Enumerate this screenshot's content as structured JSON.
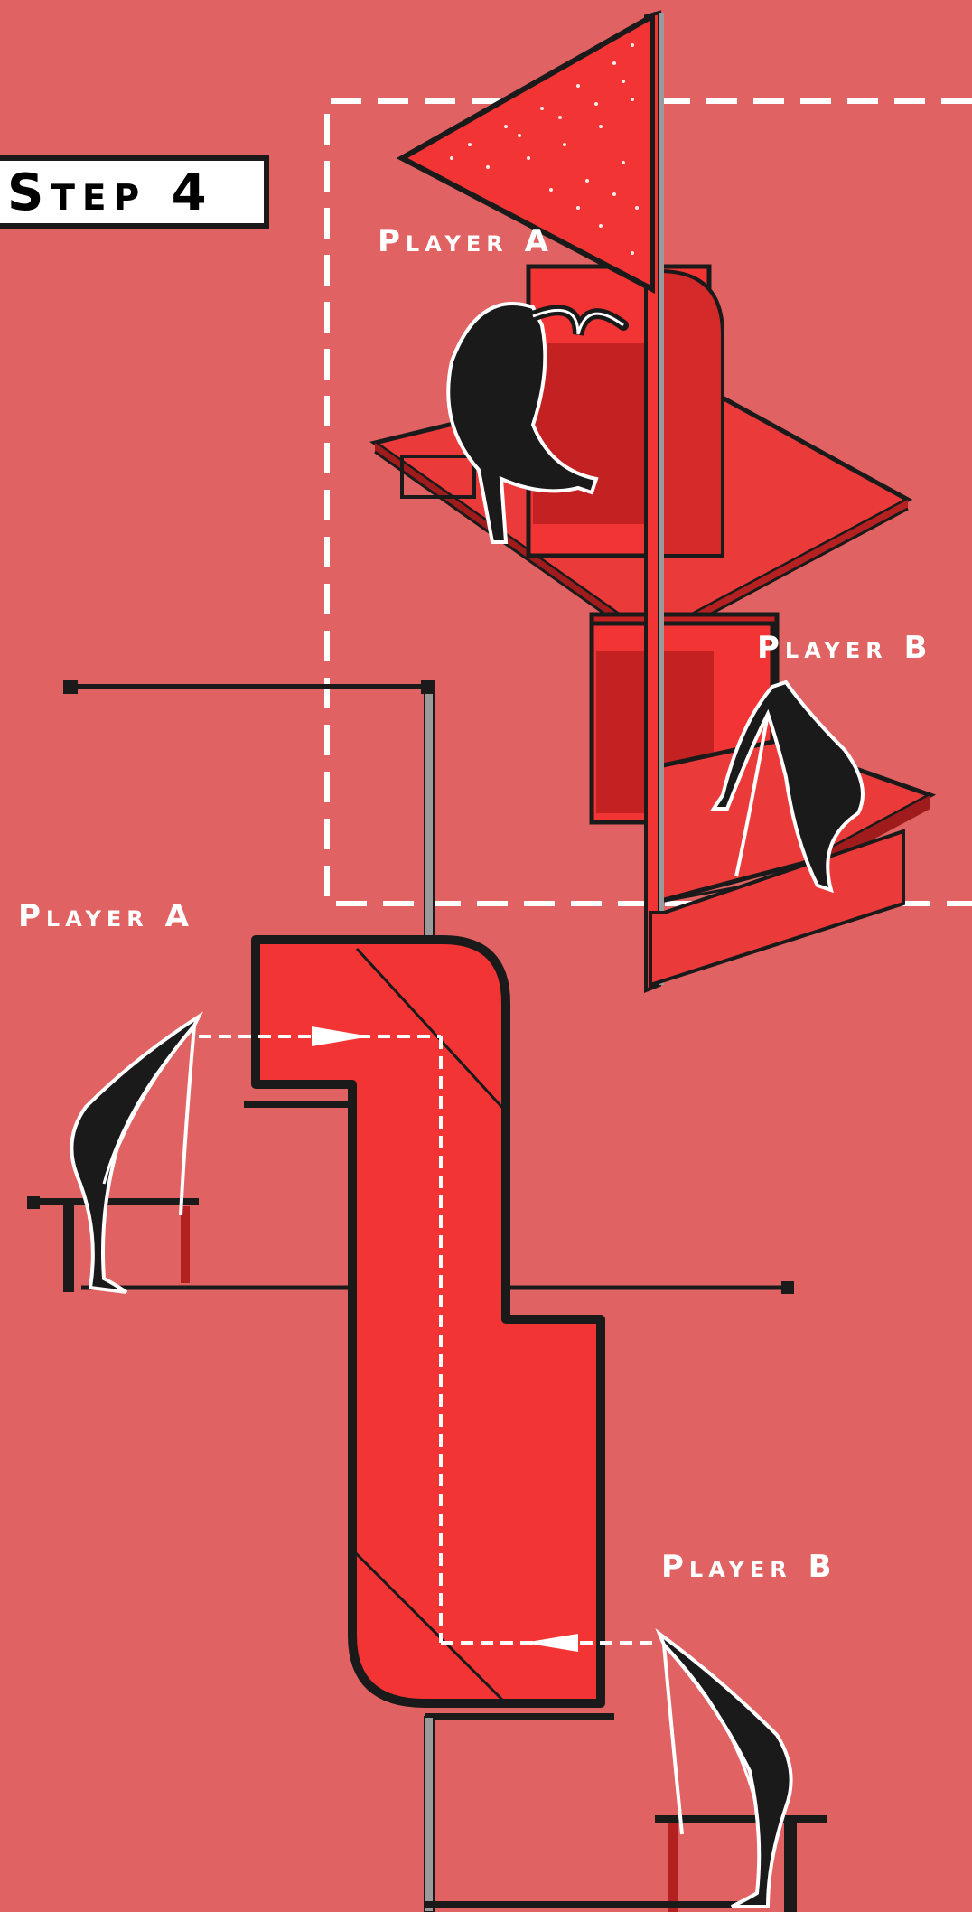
{
  "step_label": "Step 4",
  "players": {
    "top_a": "Player A",
    "top_b": "Player B",
    "bottom_a": "Player A",
    "bottom_b": "Player B"
  },
  "colors": {
    "background": "#e06262",
    "tube_red": "#f23434",
    "tube_dark": "#c42222",
    "figure": "#1a1a1a",
    "dash": "#ffffff"
  },
  "icons": {
    "figures": "standing-figure-icon",
    "flag": "triangle-flag-icon",
    "arrows": "arrow-right-icon"
  }
}
